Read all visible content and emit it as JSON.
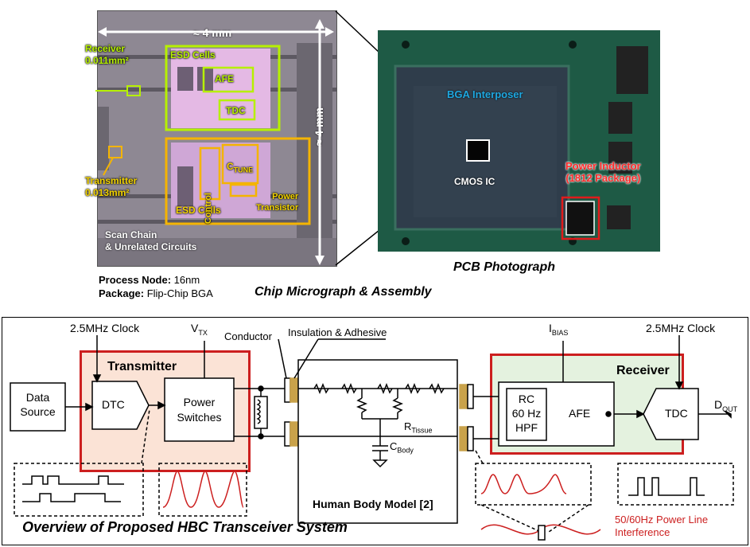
{
  "chip_micrograph": {
    "width_label": "≈ 4 mm",
    "height_label": "≈ 4 mm",
    "receiver_label": "Receiver",
    "receiver_area": "0.011mm²",
    "transmitter_label": "Transmitter",
    "transmitter_area": "0.013mm²",
    "rx_esd": "ESD Cells",
    "rx_afe": "AFE",
    "rx_tdc": "TDC",
    "tx_esd": "ESD Cells",
    "tx_control": "Control",
    "tx_ctune_main": "C",
    "tx_ctune_sub": "TUNE",
    "tx_power_1": "Power",
    "tx_power_2": "Transistor",
    "scan_1": "Scan Chain",
    "scan_2": "& Unrelated Circuits"
  },
  "pcb_photo": {
    "bga": "BGA Interposer",
    "cmos": "CMOS IC",
    "inductor_1": "Power Inductor",
    "inductor_2": "(1812 Package)",
    "caption": "PCB Photograph"
  },
  "captions": {
    "process_label": "Process Node:",
    "process_value": " 16nm",
    "package_label": "Package:",
    "package_value": " Flip-Chip BGA",
    "assembly": "Chip Micrograph & Assembly",
    "overview": "Overview of Proposed HBC Transceiver System"
  },
  "system": {
    "data_source_1": "Data",
    "data_source_2": "Source",
    "clock_tx": "2.5MHz Clock",
    "vtx_main": "V",
    "vtx_sub": "TX",
    "transmitter": "Transmitter",
    "dtc": "DTC",
    "power_1": "Power",
    "power_2": "Switches",
    "conductor": "Conductor",
    "insulation": "Insulation & Adhesive",
    "rtissue_main": "R",
    "rtissue_sub": "Tissue",
    "cbody_main": "C",
    "cbody_sub": "Body",
    "human_body": "Human Body Model [2]",
    "ibias_main": "I",
    "ibias_sub": "BIAS",
    "clock_rx": "2.5MHz Clock",
    "receiver": "Receiver",
    "rc_1": "RC",
    "rc_2": "60 Hz",
    "rc_3": "HPF",
    "afe": "AFE",
    "tdc": "TDC",
    "dout_main": "D",
    "dout_sub": "OUT",
    "interference_1": "50/60Hz Power Line",
    "interference_2": "Interference"
  },
  "colors": {
    "tx_fill": "#fbe3d6",
    "rx_fill": "#e4f2df",
    "red_border": "#cc1f1f",
    "yellow": "#f4c400",
    "green_yellow": "#b6f000"
  }
}
